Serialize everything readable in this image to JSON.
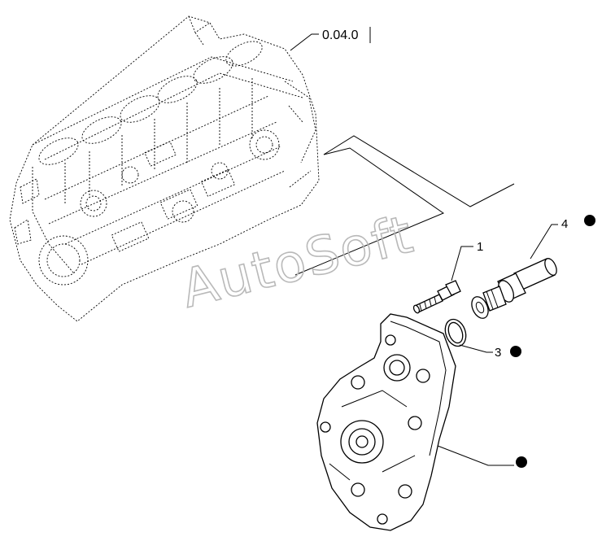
{
  "diagram": {
    "reference_label": "0.04.0",
    "callouts": [
      {
        "label": "1",
        "marker": false
      },
      {
        "label": "3",
        "marker": true
      },
      {
        "label": "4",
        "marker": true
      },
      {
        "label": "",
        "marker": true
      }
    ],
    "watermark": "AutoSoft"
  }
}
